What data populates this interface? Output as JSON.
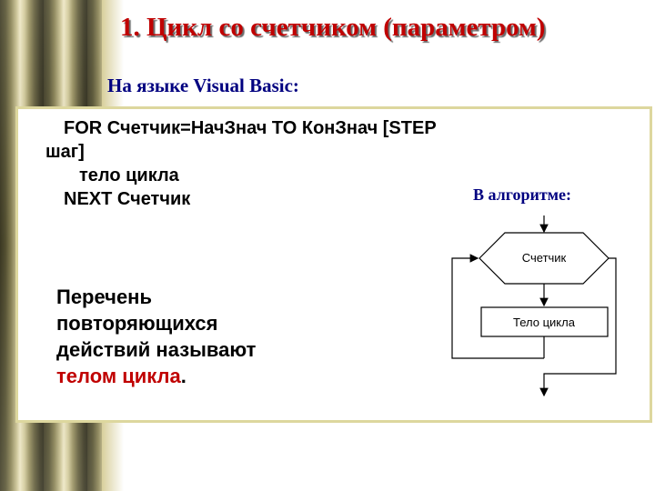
{
  "title": "1. Цикл со счетчиком (параметром)",
  "subtitle": "На языке Visual Basic:",
  "code": {
    "line1": "FOR Счетчик=НачЗнач TO КонЗнач [STEP",
    "line2": "шаг]",
    "line3": "тело цикла",
    "line4": "NEXT Счетчик"
  },
  "algorithm_label": "В алгоритме:",
  "flowchart": {
    "hex_label": "Счетчик",
    "body_label": "Тело цикла"
  },
  "description": {
    "line1": "Перечень",
    "line2": "повторяющихся",
    "line3": "действий называют",
    "highlight": "телом цикла",
    "suffix": "."
  },
  "colors": {
    "title": "#c00000",
    "subtitle": "#000080",
    "highlight": "#c00000",
    "panel_border": "#ddd79e"
  }
}
